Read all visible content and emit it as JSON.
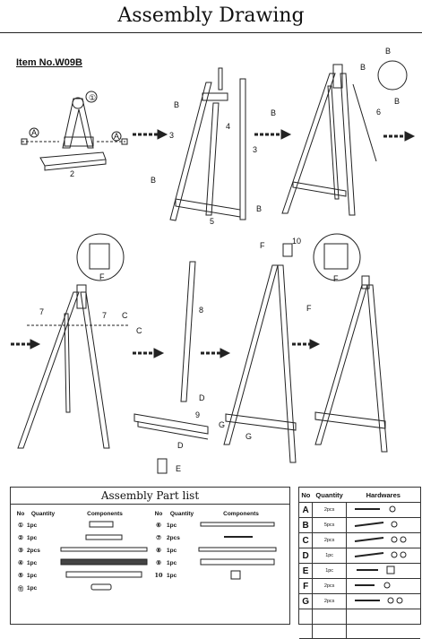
{
  "title": "Assembly Drawing",
  "item_no": "Item No.W09B",
  "diagram_labels": {
    "l1": "①",
    "A": "A",
    "l2": "2",
    "B": "B",
    "l3": "3",
    "l4": "4",
    "l5": "5",
    "l6": "6",
    "l7": "7",
    "C": "C",
    "l8": "8",
    "D": "D",
    "l9": "9",
    "E": "E",
    "F": "F",
    "l10": "10",
    "G": "G"
  },
  "parts_list": {
    "title": "Assembly Part list",
    "headers": {
      "no": "No",
      "quantity": "Quantity",
      "components": "Components"
    },
    "rows": [
      {
        "no": "①",
        "qty": "1pc",
        "no2": "⑥",
        "qty2": "1pc"
      },
      {
        "no": "②",
        "qty": "1pc",
        "no2": "⑦",
        "qty2": "2pcs"
      },
      {
        "no": "③",
        "qty": "2pcs",
        "no2": "⑧",
        "qty2": "1pc"
      },
      {
        "no": "④",
        "qty": "1pc",
        "no2": "⑨",
        "qty2": "1pc"
      },
      {
        "no": "⑤",
        "qty": "1pc",
        "no2": "10",
        "qty2": "1pc"
      },
      {
        "no": "⑪",
        "qty": "1pc",
        "no2": "",
        "qty2": ""
      }
    ]
  },
  "hardware": {
    "headers": {
      "no": "No",
      "quantity": "Quantity",
      "hardwares": "Hardwares"
    },
    "rows": [
      {
        "letter": "A",
        "qty": "2pcs"
      },
      {
        "letter": "B",
        "qty": "5pcs"
      },
      {
        "letter": "C",
        "qty": "2pcs"
      },
      {
        "letter": "D",
        "qty": "1pc"
      },
      {
        "letter": "E",
        "qty": "1pc"
      },
      {
        "letter": "F",
        "qty": "2pcs"
      },
      {
        "letter": "G",
        "qty": "2pcs"
      }
    ]
  }
}
